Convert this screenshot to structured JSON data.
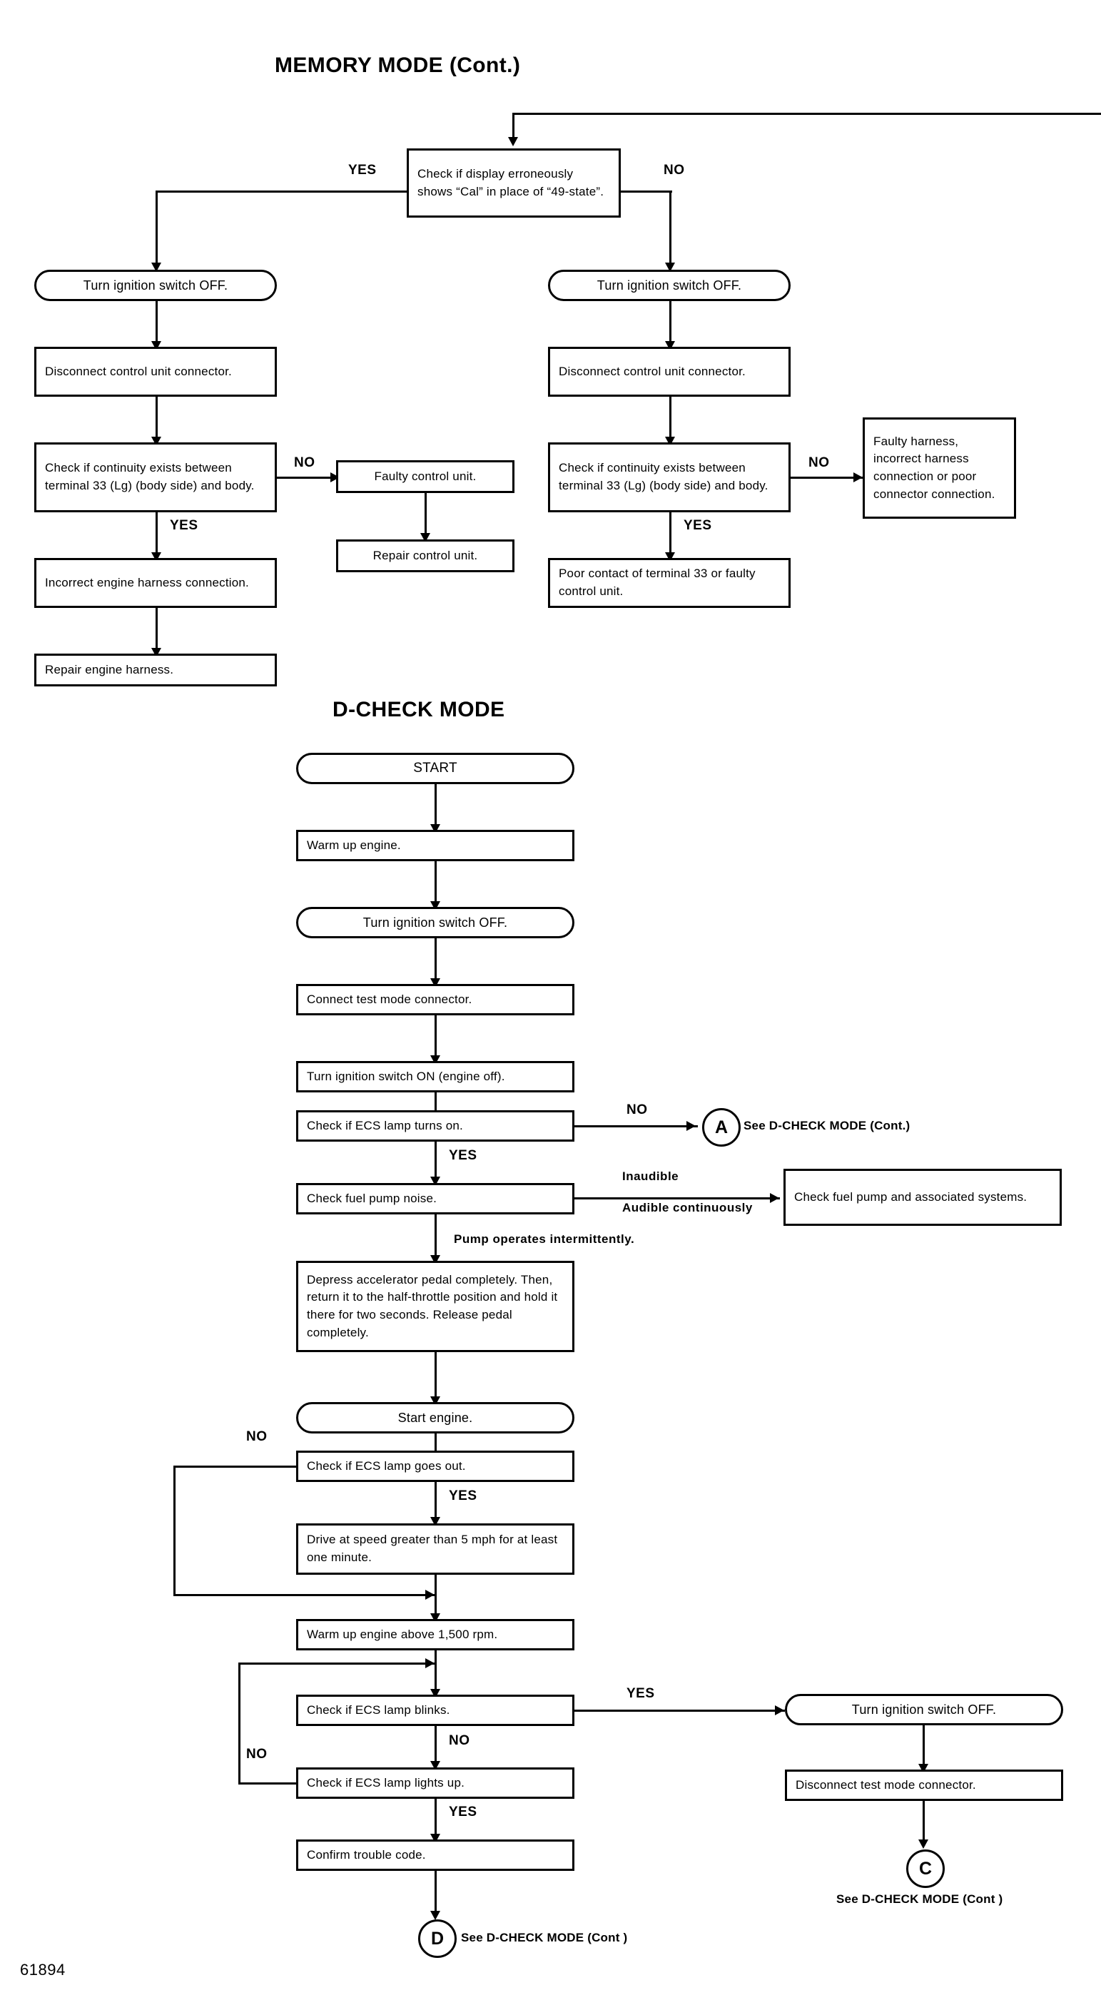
{
  "page": {
    "figure_number": "61894"
  },
  "memory_mode": {
    "heading": "MEMORY MODE (Cont.)",
    "decision": {
      "text": "Check if display erroneously shows “Cal” in place of “49-state”.",
      "yes_label": "YES",
      "no_label": "NO"
    },
    "left_branch": {
      "step1": "Turn ignition switch OFF.",
      "step2": "Disconnect control unit connector.",
      "step3": "Check if continuity exists between terminal 33 (Lg) (body side) and body.",
      "step3_no_label": "NO",
      "step3_yes_label": "YES",
      "step4": "Incorrect engine harness connection.",
      "step5": "Repair engine harness."
    },
    "middle_branch": {
      "step1": "Faulty control unit.",
      "step2": "Repair control unit."
    },
    "right_branch": {
      "step1": "Turn ignition switch OFF.",
      "step2": "Disconnect control unit connector.",
      "step3": "Check if continuity exists between terminal 33 (Lg) (body side) and body.",
      "step3_no_label": "NO",
      "step3_yes_label": "YES",
      "step4": "Poor contact of terminal 33 or faulty control unit.",
      "fault_box": "Faulty harness, incorrect harness connection or poor connector connection."
    }
  },
  "dcheck_mode": {
    "heading": "D-CHECK MODE",
    "steps": {
      "start": "START",
      "warm_up_engine": "Warm up engine.",
      "ignition_off": "Turn ignition switch OFF.",
      "connect_test_mode": "Connect test mode connector.",
      "ignition_on": "Turn ignition switch ON (engine off).",
      "check_ecs_turns_on": "Check if ECS lamp turns on.",
      "check_fuel_pump_noise": "Check fuel pump noise.",
      "fuel_pump_associated": "Check fuel pump and associated systems.",
      "depress_pedal": "Depress accelerator pedal completely. Then, return it to the half-throttle position and hold it there for two seconds.  Release pedal completely.",
      "start_engine": "Start engine.",
      "check_ecs_goes_out": "Check if ECS lamp goes out.",
      "drive_speed": "Drive at speed greater than 5 mph for at least one minute.",
      "warm_up_1500": "Warm up engine above 1,500 rpm.",
      "check_ecs_blinks": "Check if ECS lamp blinks.",
      "check_ecs_lights_up": "Check if ECS lamp lights up.",
      "confirm_trouble_code": "Confirm trouble code.",
      "ignition_off_right": "Turn ignition switch OFF.",
      "disconnect_test_mode": "Disconnect test mode connector."
    },
    "labels": {
      "ecs_on_no": "NO",
      "ecs_on_yes": "YES",
      "pump_inaudible": "Inaudible",
      "pump_audible": "Audible continuously",
      "pump_intermittent": "Pump operates intermittently.",
      "ecs_out_no": "NO",
      "ecs_out_yes": "YES",
      "blinks_yes": "YES",
      "blinks_no": "NO",
      "lights_no": "NO",
      "lights_yes": "YES"
    },
    "connectors": {
      "a_letter": "A",
      "a_caption": "See D-CHECK MODE (Cont.)",
      "c_letter": "C",
      "c_caption": "See D-CHECK MODE (Cont )",
      "d_letter": "D",
      "d_caption": "See D-CHECK MODE (Cont )"
    }
  }
}
